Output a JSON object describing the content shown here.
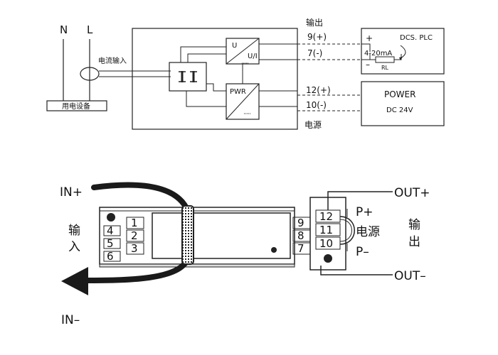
{
  "wiring": {
    "mains_n": "N",
    "mains_l": "L",
    "equipment_label": "用电设备",
    "current_input_label": "电流输入",
    "output_label": "输出",
    "power_label": "电源",
    "u_block": "U",
    "ui_block": "U/I",
    "pwr_block": "PWR",
    "terminals": [
      "9(+)",
      "7(-)",
      "12(+)",
      "10(-)"
    ],
    "dcs_plc": "DCS. PLC",
    "plus": "+",
    "minus": "–",
    "signal": "4-20mA",
    "rl": "RL",
    "power_box_title": "POWER",
    "power_box_sub": "DC 24V"
  },
  "module": {
    "in_plus": "IN+",
    "in_minus": "IN–",
    "input_label_1": "输",
    "input_label_2": "入",
    "left_terminals_outer": [
      "4",
      "5",
      "6"
    ],
    "left_terminals_inner": [
      "1",
      "2",
      "3"
    ],
    "right_terminals_outer": [
      "9",
      "8",
      "7"
    ],
    "right_terminals_inner": [
      "12",
      "11",
      "10"
    ],
    "p_plus": "P+",
    "p_minus": "P–",
    "power_label": "电源",
    "out_plus": "OUT+",
    "out_minus": "OUT–",
    "output_label_1": "输",
    "output_label_2": "出"
  }
}
